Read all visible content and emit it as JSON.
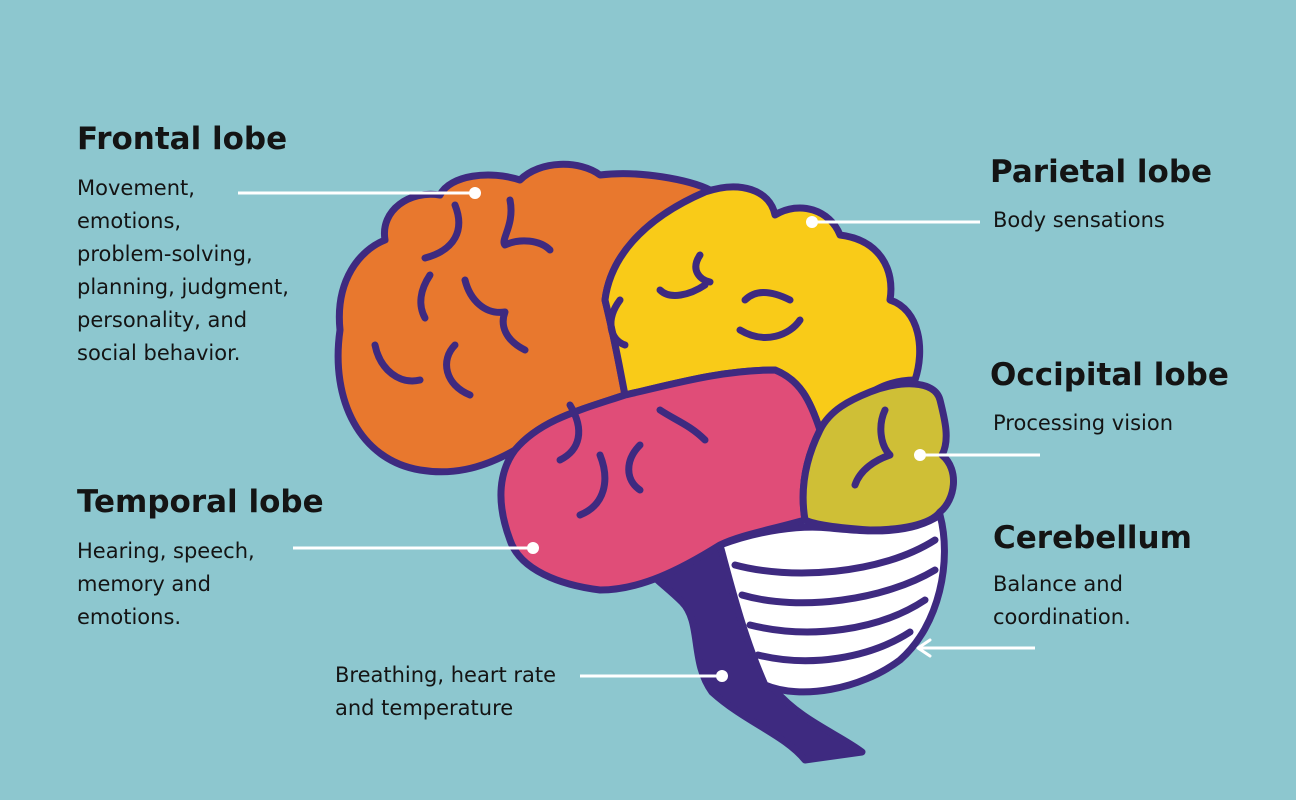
{
  "colors": {
    "background": "#8dc7cf",
    "outline": "#3e2a80",
    "frontal": "#e8782e",
    "parietal": "#f9cb18",
    "temporal": "#e04d78",
    "occipital": "#cfbf36",
    "cerebellum": "#ffffff",
    "brainstem": "#3e2a80"
  },
  "labels": {
    "frontal": {
      "title": "Frontal lobe",
      "desc": "Movement,\nemotions,\nproblem-solving,\nplanning, judgment,\npersonality, and\nsocial behavior."
    },
    "parietal": {
      "title": "Parietal lobe",
      "desc": "Body sensations"
    },
    "occipital": {
      "title": "Occipital lobe",
      "desc": "Processing vision"
    },
    "temporal": {
      "title": "Temporal lobe",
      "desc": "Hearing, speech,\nmemory and\nemotions."
    },
    "cerebellum": {
      "title": "Cerebellum",
      "desc": "Balance and\ncoordination."
    },
    "brainstem": {
      "desc": "Breathing, heart rate\nand temperature"
    }
  }
}
